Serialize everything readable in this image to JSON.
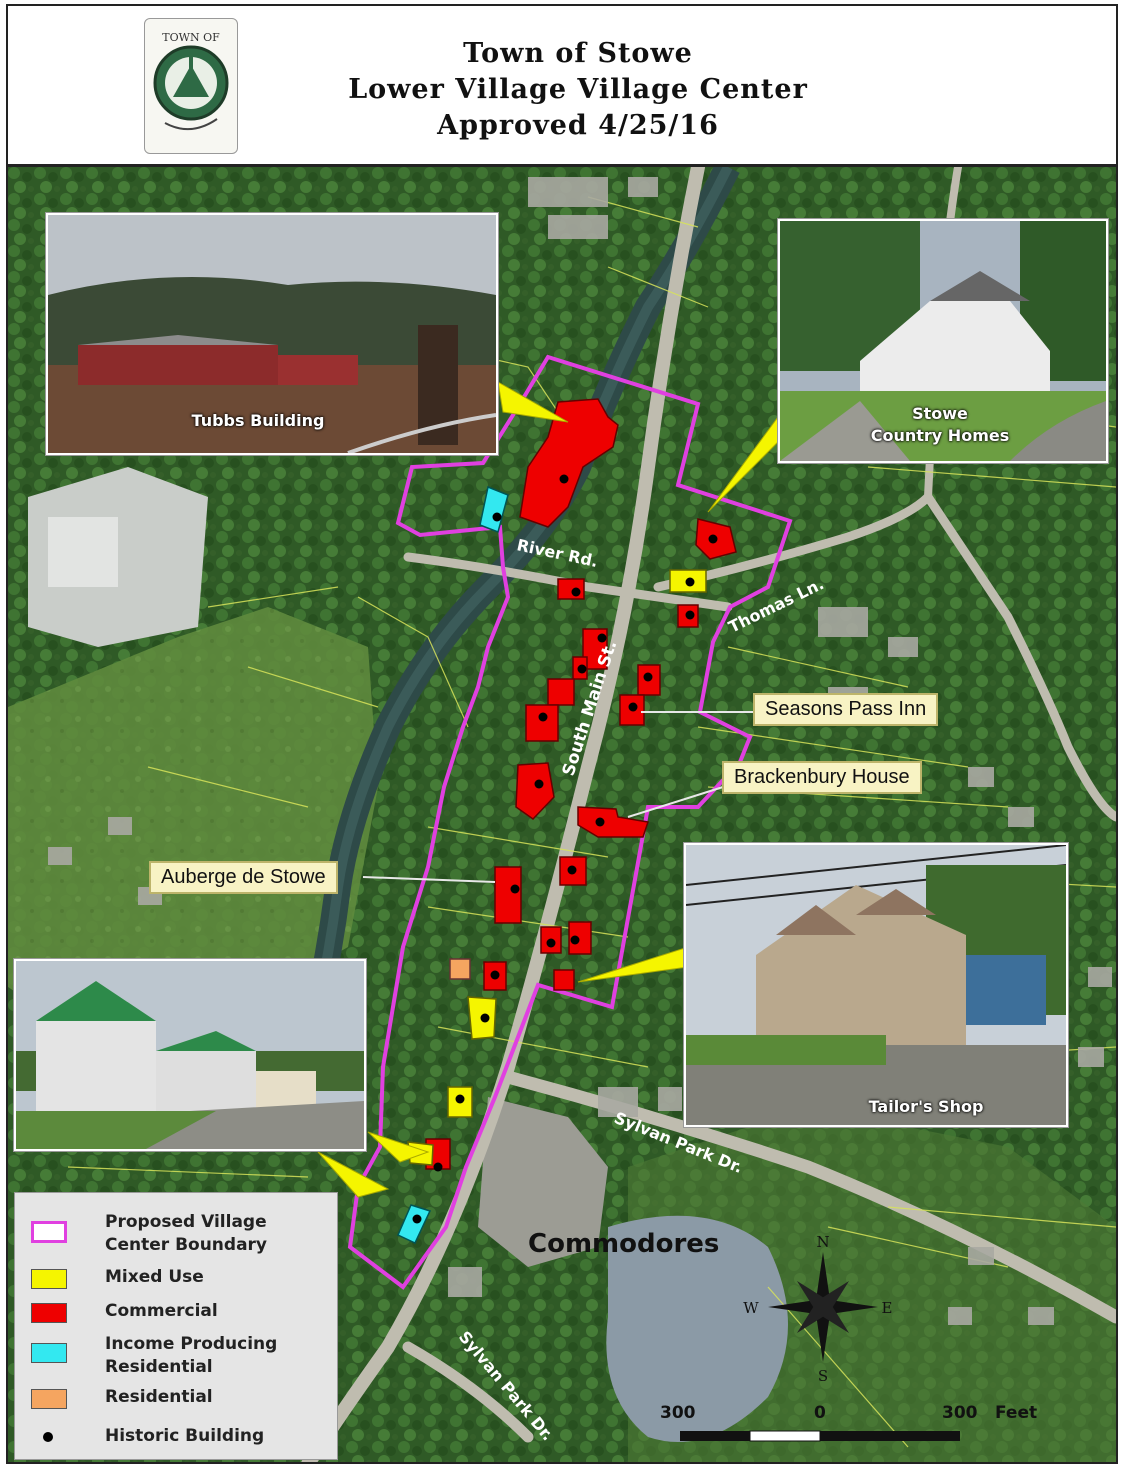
{
  "header": {
    "seal_text": "TOWN OF",
    "title_lines": [
      "Town of Stowe",
      "Lower Village Village Center",
      "Approved 4/25/16"
    ]
  },
  "photos": {
    "tubbs": "Tubbs Building",
    "stowe_country": "Stowe\nCountry Homes",
    "tailors": "Tailor's Shop"
  },
  "callouts": {
    "seasons": "Seasons Pass Inn",
    "brackenbury": "Brackenbury House",
    "auberge": "Auberge de Stowe"
  },
  "street_labels": {
    "river_rd": "River Rd.",
    "thomas_ln": "Thomas Ln.",
    "south_main": "South Main St.",
    "sylvan_1": "Sylvan Park Dr.",
    "sylvan_2": "Sylvan Park Dr.",
    "commodores": "Commodores"
  },
  "compass": {
    "n": "N",
    "s": "S",
    "e": "E",
    "w": "W"
  },
  "scale": {
    "left": "300",
    "mid": "0",
    "right": "300",
    "unit": "Feet"
  },
  "legend": {
    "items": [
      {
        "label": "Proposed Village\nCenter Boundary",
        "kind": "outline",
        "color": "#e040e0"
      },
      {
        "label": "Mixed Use",
        "kind": "fill",
        "color": "#f5f500"
      },
      {
        "label": "Commercial",
        "kind": "fill",
        "color": "#ee0000"
      },
      {
        "label": "Income Producing\nResidential",
        "kind": "fill",
        "color": "#33e8f0"
      },
      {
        "label": "Residential",
        "kind": "fill",
        "color": "#f5a560"
      },
      {
        "label": "Historic Building",
        "kind": "dot",
        "color": "#000000"
      }
    ]
  },
  "colors": {
    "boundary": "#e040e0",
    "mixed_use": "#f5f500",
    "commercial": "#ee0000",
    "income_residential": "#33e8f0",
    "residential": "#f5a560",
    "parcel_lines": "#d7e35a",
    "callout_bg": "#f8f3c4"
  }
}
